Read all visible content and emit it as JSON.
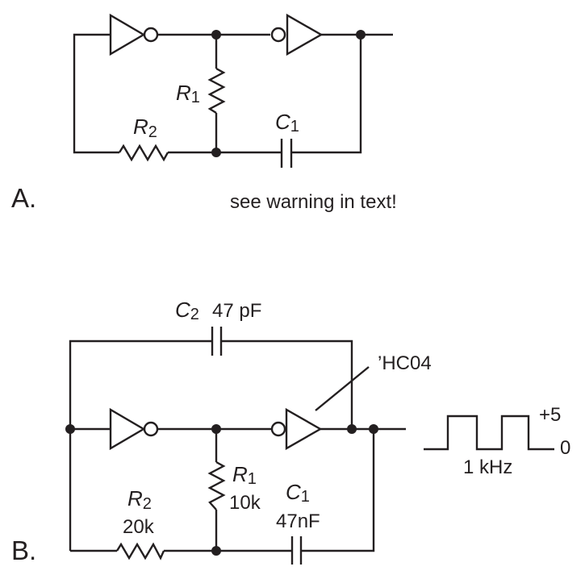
{
  "colors": {
    "ink": "#231f20",
    "background": "#ffffff"
  },
  "diagram_a": {
    "panel_label": "A.",
    "note": "see warning in text!",
    "components": {
      "r1": {
        "name": "R",
        "sub": "1"
      },
      "r2": {
        "name": "R",
        "sub": "2"
      },
      "c1": {
        "name": "C",
        "sub": "1"
      }
    },
    "gates": [
      "inverter",
      "inverter"
    ]
  },
  "diagram_b": {
    "panel_label": "B.",
    "chip_label": "’HC04",
    "components": {
      "c2": {
        "name": "C",
        "sub": "2",
        "value": "47 pF"
      },
      "r1": {
        "name": "R",
        "sub": "1",
        "value": "10k"
      },
      "r2": {
        "name": "R",
        "sub": "2",
        "value": "20k"
      },
      "c1": {
        "name": "C",
        "sub": "1",
        "value": "47nF"
      }
    },
    "gates": [
      "inverter",
      "inverter"
    ],
    "output_waveform": {
      "shape": "square",
      "high_label": "+5",
      "low_label": "0",
      "frequency_label": "1 kHz"
    }
  }
}
